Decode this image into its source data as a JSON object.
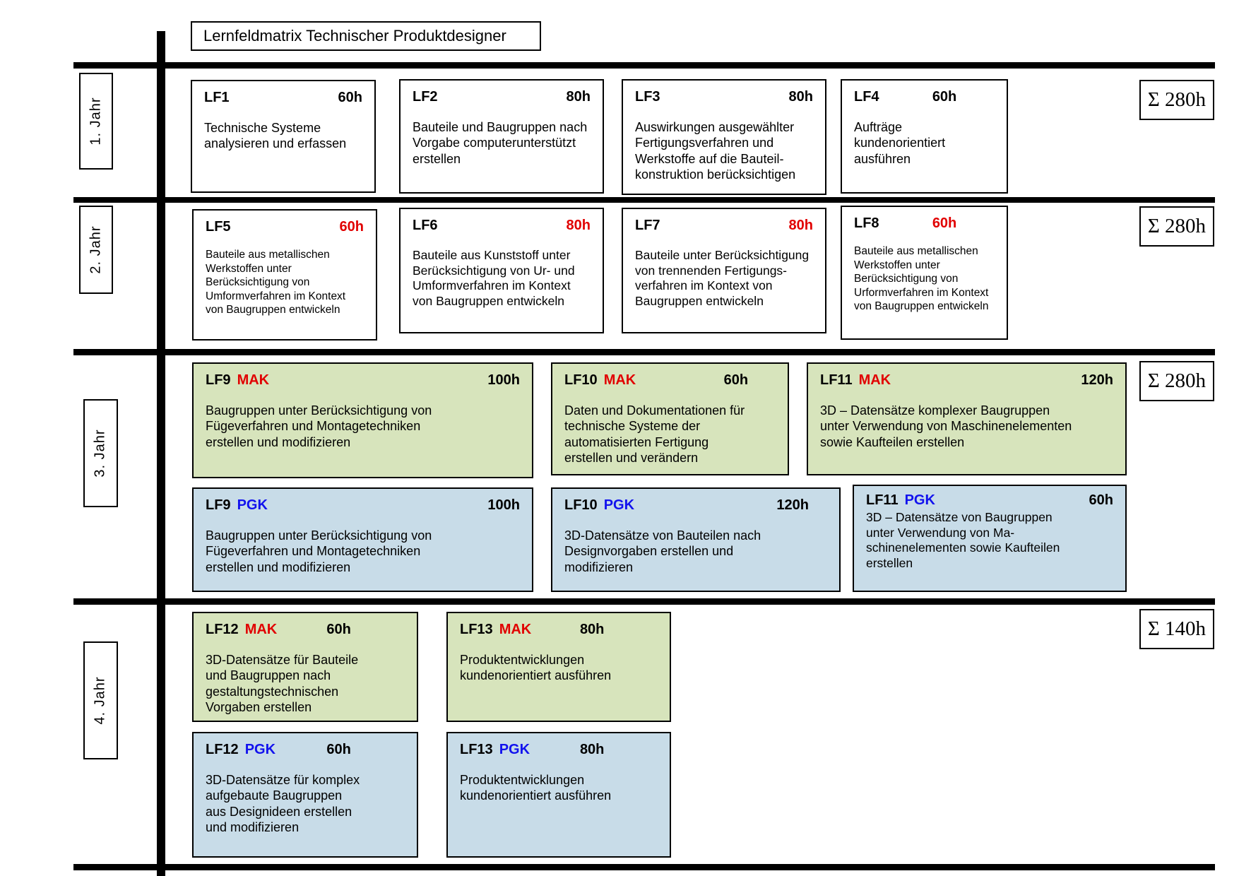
{
  "title": "Lernfeldmatrix Technischer Produktdesigner",
  "colors": {
    "hours_red": "#e10000",
    "tag_mak_red": "#e10000",
    "tag_pgk_blue": "#1212ee",
    "mak_box_green": "#d7e4bc",
    "pgk_box_blue": "#c8dce8"
  },
  "years": [
    {
      "label": "1.  Jahr",
      "sum": "Σ 280h"
    },
    {
      "label": "2.  Jahr",
      "sum": "Σ 280h"
    },
    {
      "label": "3.  Jahr",
      "sum": "Σ 280h"
    },
    {
      "label": "4.  Jahr",
      "sum": "Σ 140h"
    }
  ],
  "boxes": {
    "lf1": {
      "id": "LF1",
      "hours": "60h",
      "text": "Technische Systeme\nanalysieren und erfassen"
    },
    "lf2": {
      "id": "LF2",
      "hours": "80h",
      "text": "Bauteile und Baugruppen nach\nVorgabe computerunterstützt\nerstellen"
    },
    "lf3": {
      "id": "LF3",
      "hours": "80h",
      "text": "Auswirkungen ausgewählter\nFertigungsverfahren und\nWerkstoffe auf die Bauteil-\nkonstruktion berücksichtigen"
    },
    "lf4": {
      "id": "LF4",
      "hours": "60h",
      "text": "Aufträge\nkundenorientiert\nausführen"
    },
    "lf5": {
      "id": "LF5",
      "hours": "60h",
      "text": "Bauteile aus metallischen\nWerkstoffen unter\nBerücksichtigung von\nUmformverfahren im Kontext\nvon Baugruppen entwickeln"
    },
    "lf6": {
      "id": "LF6",
      "hours": "80h",
      "text": "Bauteile aus Kunststoff unter\nBerücksichtigung von Ur- und\nUmformverfahren im Kontext\nvon Baugruppen entwickeln"
    },
    "lf7": {
      "id": "LF7",
      "hours": "80h",
      "text": "Bauteile unter Berücksichtigung\nvon trennenden Fertigungs-\nverfahren im Kontext von\nBaugruppen entwickeln"
    },
    "lf8": {
      "id": "LF8",
      "hours": "60h",
      "text": "Bauteile aus metallischen\nWerkstoffen unter\nBerücksichtigung von\nUrformverfahren im Kontext\nvon Baugruppen entwickeln"
    },
    "lf9m": {
      "id": "LF9",
      "tag": "MAK",
      "hours": "100h",
      "text": "Baugruppen unter Berücksichtigung von\nFügeverfahren und Montagetechniken\nerstellen und modifizieren"
    },
    "lf10m": {
      "id": "LF10",
      "tag": "MAK",
      "hours": "60h",
      "text": "Daten und Dokumentationen für\ntechnische Systeme der\nautomatisierten Fertigung\nerstellen und verändern"
    },
    "lf11m": {
      "id": "LF11",
      "tag": "MAK",
      "hours": "120h",
      "text": "3D – Datensätze komplexer Baugruppen\nunter Verwendung von Maschinenelementen\nsowie Kaufteilen erstellen"
    },
    "lf9p": {
      "id": "LF9",
      "tag": "PGK",
      "hours": "100h",
      "text": "Baugruppen unter Berücksichtigung von\nFügeverfahren und Montagetechniken\nerstellen und modifizieren"
    },
    "lf10p": {
      "id": "LF10",
      "tag": "PGK",
      "hours": "120h",
      "text": "3D-Datensätze von Bauteilen nach\nDesignvorgaben erstellen und\nmodifizieren"
    },
    "lf11p": {
      "id": "LF11",
      "tag": "PGK",
      "hours": "60h",
      "text": "3D – Datensätze von Baugruppen\nunter Verwendung von Ma-\nschinenelementen sowie Kaufteilen\nerstellen"
    },
    "lf12m": {
      "id": "LF12",
      "tag": "MAK",
      "hours": "60h",
      "text": "3D-Datensätze für Bauteile\nund Baugruppen nach\ngestaltungstechnischen\nVorgaben erstellen"
    },
    "lf13m": {
      "id": "LF13",
      "tag": "MAK",
      "hours": "80h",
      "text": "Produktentwicklungen\nkundenorientiert ausführen"
    },
    "lf12p": {
      "id": "LF12",
      "tag": "PGK",
      "hours": "60h",
      "text": "3D-Datensätze für komplex\naufgebaute Baugruppen\naus Designideen erstellen\nund modifizieren"
    },
    "lf13p": {
      "id": "LF13",
      "tag": "PGK",
      "hours": "80h",
      "text": "Produktentwicklungen\nkundenorientiert ausführen"
    }
  }
}
